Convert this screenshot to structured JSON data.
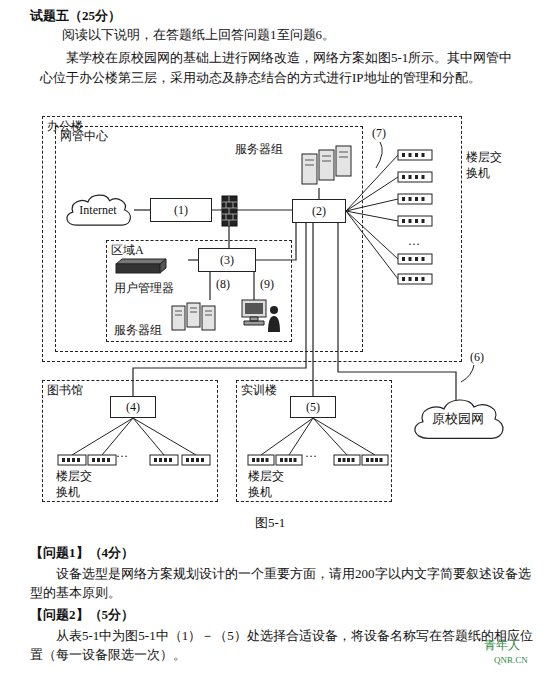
{
  "diagram": {
    "title": "试题五（25分）",
    "caption": "图5-1",
    "nodes": [
      {
        "text": [
          "办公楼"
        ]
      },
      {
        "text": [
          "网管中心"
        ],
        "in": 0
      },
      {
        "text": [
          "Internet"
        ],
        "in": 1
      },
      {
        "text": [
          "(1)"
        ],
        "in": 1
      },
      {
        "text": [
          "服务器组"
        ],
        "in": 1
      },
      {
        "text": [
          "(2)"
        ],
        "in": 1
      },
      {
        "text": [
          "区域A"
        ],
        "in": 1
      },
      {
        "text": [
          "(3)"
        ],
        "in": 6
      },
      {
        "text": [
          "用户管理器"
        ],
        "in": 6
      },
      {
        "text": [
          "服务器组"
        ],
        "in": 6
      },
      {
        "text": [
          "图书馆"
        ]
      },
      {
        "text": [
          "(4)"
        ],
        "in": 10
      },
      {
        "text": [
          "实训楼"
        ]
      },
      {
        "text": [
          "(5)"
        ],
        "in": 12
      },
      {
        "text": [
          "原校园网"
        ]
      }
    ],
    "edges": [
      {
        "from": 2,
        "to": 3,
        "arrow": "none"
      },
      {
        "from": 3,
        "to": 5,
        "arrow": "none"
      },
      {
        "from": 5,
        "to": 4,
        "arrow": "none"
      },
      {
        "from": 5,
        "to": 7,
        "arrow": "none"
      },
      {
        "from": 7,
        "to": 8,
        "arrow": "none"
      },
      {
        "from": 7,
        "to": 9,
        "arrow": "none"
      },
      {
        "from": 5,
        "to": 11,
        "arrow": "none"
      },
      {
        "from": 5,
        "to": 13,
        "arrow": "none"
      },
      {
        "from": 5,
        "to": 14,
        "arrow": "none"
      }
    ],
    "labels": [
      "阅读以下说明，在答题纸上回答问题1至问题6。",
      "某学校在原校园网的基础上进行网络改造，网络方案如图5-1所示。其中网管中心位于办公楼第三层，采用动态及静态结合的方式进行IP地址的管理和分配。",
      "(7)",
      "楼层交换机",
      "…",
      "(8)",
      "(9)",
      "(6)",
      "楼层交换机",
      "…",
      "楼层交换机",
      "…",
      "【问题1】（4分）",
      "设备选型是网络方案规划设计的一个重要方面，请用200字以内文字简要叙述设备选型的基本原则。",
      "【问题2】（5分）",
      "从表5-1中为图5-1中（1）－（5）处选择合适设备，将设备名称写在答题纸的相应位置（每一设备限选一次）。",
      "青年人",
      "QNR.CN"
    ]
  }
}
